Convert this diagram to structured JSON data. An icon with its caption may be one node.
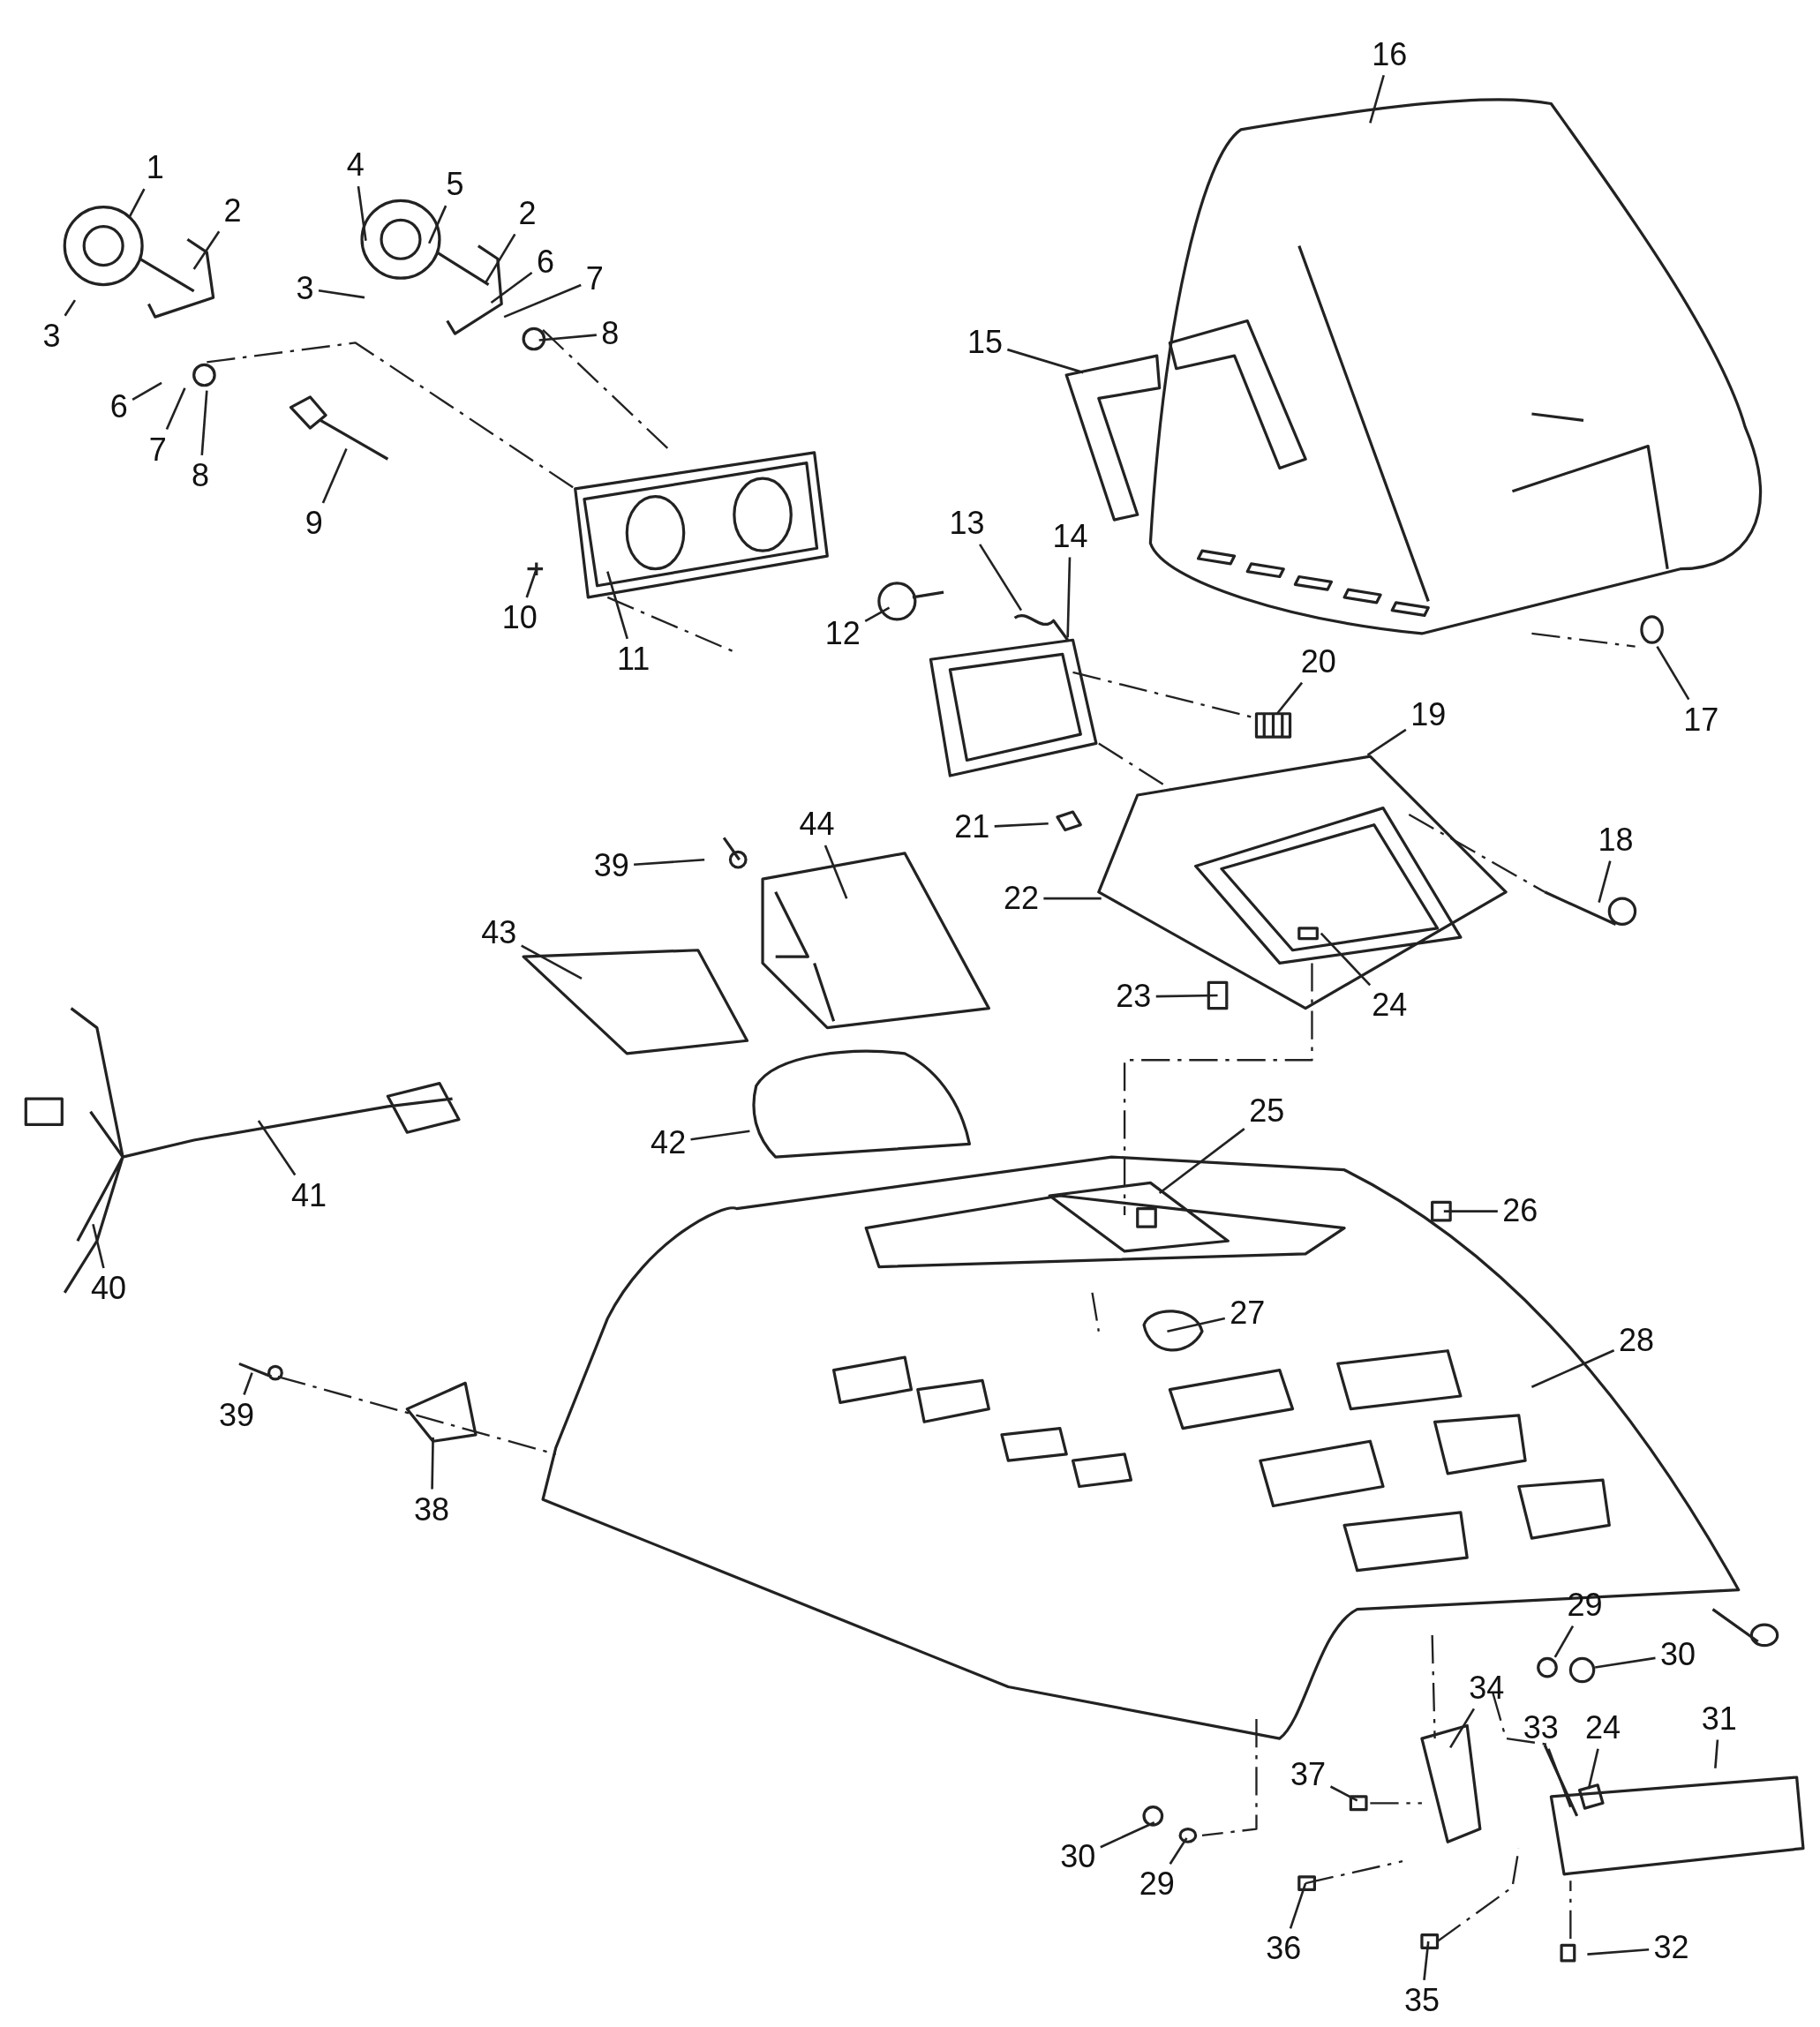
{
  "diagram": {
    "nodes": [
      {
        "text": [
          "1"
        ]
      },
      {
        "text": [
          "2"
        ]
      },
      {
        "text": [
          "3"
        ]
      },
      {
        "text": [
          "6"
        ]
      },
      {
        "text": [
          "7"
        ]
      },
      {
        "text": [
          "8"
        ]
      },
      {
        "text": [
          "4"
        ]
      },
      {
        "text": [
          "5"
        ]
      },
      {
        "text": [
          "3"
        ]
      },
      {
        "text": [
          "2"
        ]
      },
      {
        "text": [
          "6"
        ]
      },
      {
        "text": [
          "7"
        ]
      },
      {
        "text": [
          "8"
        ]
      },
      {
        "text": [
          "9"
        ]
      },
      {
        "text": [
          "10"
        ]
      },
      {
        "text": [
          "11"
        ]
      },
      {
        "text": [
          "12"
        ]
      },
      {
        "text": [
          "13"
        ]
      },
      {
        "text": [
          "14"
        ]
      },
      {
        "text": [
          "15"
        ]
      },
      {
        "text": [
          "16"
        ]
      },
      {
        "text": [
          "17"
        ]
      },
      {
        "text": [
          "20"
        ]
      },
      {
        "text": [
          "19"
        ]
      },
      {
        "text": [
          "21"
        ]
      },
      {
        "text": [
          "22"
        ]
      },
      {
        "text": [
          "18"
        ]
      },
      {
        "text": [
          "23"
        ]
      },
      {
        "text": [
          "24"
        ]
      },
      {
        "text": [
          "39"
        ]
      },
      {
        "text": [
          "44"
        ]
      },
      {
        "text": [
          "43"
        ]
      },
      {
        "text": [
          "42"
        ]
      },
      {
        "text": [
          "25"
        ]
      },
      {
        "text": [
          "26"
        ]
      },
      {
        "text": [
          "41"
        ]
      },
      {
        "text": [
          "40"
        ]
      },
      {
        "text": [
          "27"
        ]
      },
      {
        "text": [
          "28"
        ]
      },
      {
        "text": [
          "39"
        ]
      },
      {
        "text": [
          "38"
        ]
      },
      {
        "text": [
          "29"
        ]
      },
      {
        "text": [
          "30"
        ]
      },
      {
        "text": [
          "34"
        ]
      },
      {
        "text": [
          "33"
        ]
      },
      {
        "text": [
          "24"
        ]
      },
      {
        "text": [
          "31"
        ]
      },
      {
        "text": [
          "37"
        ]
      },
      {
        "text": [
          "30"
        ]
      },
      {
        "text": [
          "29"
        ]
      },
      {
        "text": [
          "36"
        ]
      },
      {
        "text": [
          "32"
        ]
      },
      {
        "text": [
          "35"
        ]
      }
    ],
    "edges": [
      {
        "from": 0,
        "to": null,
        "arrow": "none"
      },
      {
        "from": 1,
        "to": null,
        "arrow": "none"
      },
      {
        "from": 2,
        "to": null,
        "arrow": "none"
      },
      {
        "from": 3,
        "to": null,
        "arrow": "none"
      },
      {
        "from": 4,
        "to": null,
        "arrow": "none"
      },
      {
        "from": 5,
        "to": null,
        "arrow": "none"
      },
      {
        "from": 6,
        "to": null,
        "arrow": "none"
      },
      {
        "from": 7,
        "to": null,
        "arrow": "none"
      },
      {
        "from": 8,
        "to": null,
        "arrow": "none"
      },
      {
        "from": 9,
        "to": null,
        "arrow": "none"
      },
      {
        "from": 10,
        "to": null,
        "arrow": "none"
      },
      {
        "from": 11,
        "to": null,
        "arrow": "none"
      },
      {
        "from": 12,
        "to": null,
        "arrow": "none"
      },
      {
        "from": 13,
        "to": null,
        "arrow": "none"
      },
      {
        "from": 14,
        "to": null,
        "arrow": "none"
      },
      {
        "from": 15,
        "to": null,
        "arrow": "none"
      },
      {
        "from": 16,
        "to": null,
        "arrow": "none"
      },
      {
        "from": 17,
        "to": null,
        "arrow": "none"
      },
      {
        "from": 18,
        "to": null,
        "arrow": "none"
      },
      {
        "from": 19,
        "to": null,
        "arrow": "none"
      },
      {
        "from": 20,
        "to": null,
        "arrow": "none"
      },
      {
        "from": 21,
        "to": null,
        "arrow": "none"
      },
      {
        "from": 22,
        "to": null,
        "arrow": "none"
      },
      {
        "from": 23,
        "to": null,
        "arrow": "none"
      },
      {
        "from": 24,
        "to": null,
        "arrow": "none"
      },
      {
        "from": 25,
        "to": null,
        "arrow": "none"
      },
      {
        "from": 26,
        "to": null,
        "arrow": "none"
      },
      {
        "from": 27,
        "to": null,
        "arrow": "none"
      },
      {
        "from": 28,
        "to": null,
        "arrow": "none"
      },
      {
        "from": 29,
        "to": null,
        "arrow": "none"
      },
      {
        "from": 30,
        "to": null,
        "arrow": "none"
      },
      {
        "from": 31,
        "to": null,
        "arrow": "none"
      },
      {
        "from": 32,
        "to": null,
        "arrow": "none"
      },
      {
        "from": 33,
        "to": null,
        "arrow": "none"
      },
      {
        "from": 34,
        "to": null,
        "arrow": "none"
      },
      {
        "from": 35,
        "to": null,
        "arrow": "none"
      },
      {
        "from": 36,
        "to": null,
        "arrow": "none"
      },
      {
        "from": 37,
        "to": null,
        "arrow": "none"
      },
      {
        "from": 38,
        "to": null,
        "arrow": "none"
      },
      {
        "from": 39,
        "to": null,
        "arrow": "none"
      },
      {
        "from": 40,
        "to": null,
        "arrow": "none"
      },
      {
        "from": 41,
        "to": null,
        "arrow": "none"
      },
      {
        "from": 42,
        "to": null,
        "arrow": "none"
      },
      {
        "from": 43,
        "to": null,
        "arrow": "none"
      },
      {
        "from": 44,
        "to": null,
        "arrow": "none"
      },
      {
        "from": 45,
        "to": null,
        "arrow": "none"
      },
      {
        "from": 46,
        "to": null,
        "arrow": "none"
      },
      {
        "from": 47,
        "to": null,
        "arrow": "none"
      },
      {
        "from": 48,
        "to": null,
        "arrow": "none"
      },
      {
        "from": 49,
        "to": null,
        "arrow": "none"
      },
      {
        "from": 50,
        "to": null,
        "arrow": "none"
      },
      {
        "from": 51,
        "to": null,
        "arrow": "none"
      },
      {
        "from": 52,
        "to": null,
        "arrow": "none"
      }
    ]
  }
}
